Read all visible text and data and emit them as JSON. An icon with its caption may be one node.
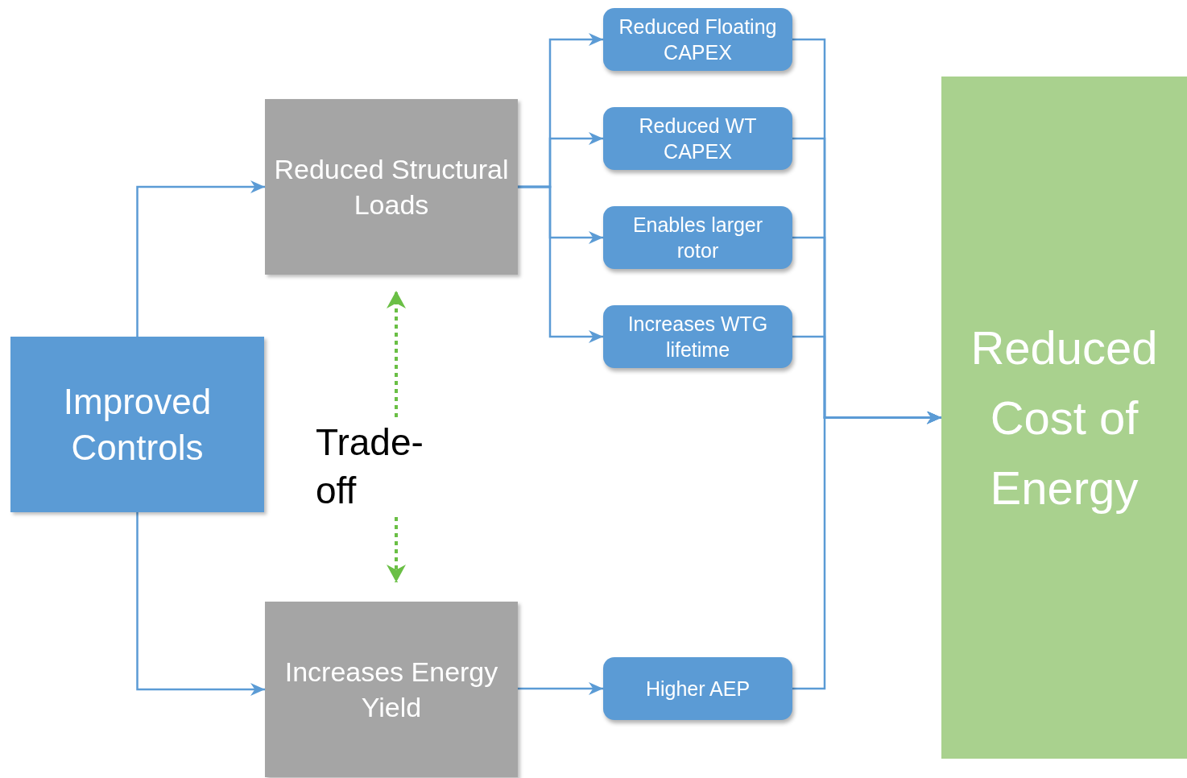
{
  "diagram": {
    "nodes": [
      {
        "text": [
          "Improved Controls"
        ]
      },
      {
        "text": [
          "Reduced Structural Loads"
        ]
      },
      {
        "text": [
          "Increases Energy Yield"
        ]
      },
      {
        "text": [
          "Reduced Floating CAPEX"
        ]
      },
      {
        "text": [
          "Reduced WT CAPEX"
        ]
      },
      {
        "text": [
          "Enables larger rotor"
        ]
      },
      {
        "text": [
          "Increases WTG lifetime"
        ]
      },
      {
        "text": [
          "Higher AEP"
        ]
      },
      {
        "text": [
          "Reduced Cost of Energy"
        ]
      },
      {
        "text": [
          "Trade- off"
        ]
      }
    ],
    "edges": [
      {
        "from": 0,
        "to": 1,
        "arrow": "to"
      },
      {
        "from": 0,
        "to": 2,
        "arrow": "to"
      },
      {
        "from": 1,
        "to": 3,
        "arrow": "to"
      },
      {
        "from": 1,
        "to": 4,
        "arrow": "to"
      },
      {
        "from": 1,
        "to": 5,
        "arrow": "to"
      },
      {
        "from": 1,
        "to": 6,
        "arrow": "to"
      },
      {
        "from": 2,
        "to": 7,
        "arrow": "to"
      },
      {
        "from": 3,
        "to": 8,
        "arrow": "to"
      },
      {
        "from": 4,
        "to": 8,
        "arrow": "to"
      },
      {
        "from": 5,
        "to": 8,
        "arrow": "to"
      },
      {
        "from": 6,
        "to": 8,
        "arrow": "to"
      },
      {
        "from": 7,
        "to": 8,
        "arrow": "to"
      },
      {
        "from": 9,
        "to": 1,
        "arrow": "to",
        "style": "dashed",
        "color": "#6abf45"
      },
      {
        "from": 9,
        "to": 2,
        "arrow": "to",
        "style": "dashed",
        "color": "#6abf45"
      }
    ]
  }
}
